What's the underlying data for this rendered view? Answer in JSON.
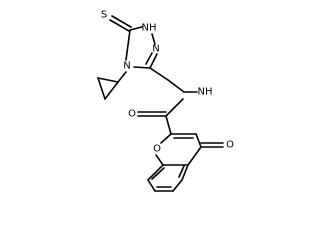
{
  "molecule": {
    "atom_labels": {
      "thione_s": "S",
      "triazole_nh": "NH",
      "triazole_n_top": "N",
      "triazole_n4": "N",
      "amide_nh": "NH",
      "amide_o": "O",
      "ketone_o": "O",
      "ring_o": "O"
    }
  }
}
